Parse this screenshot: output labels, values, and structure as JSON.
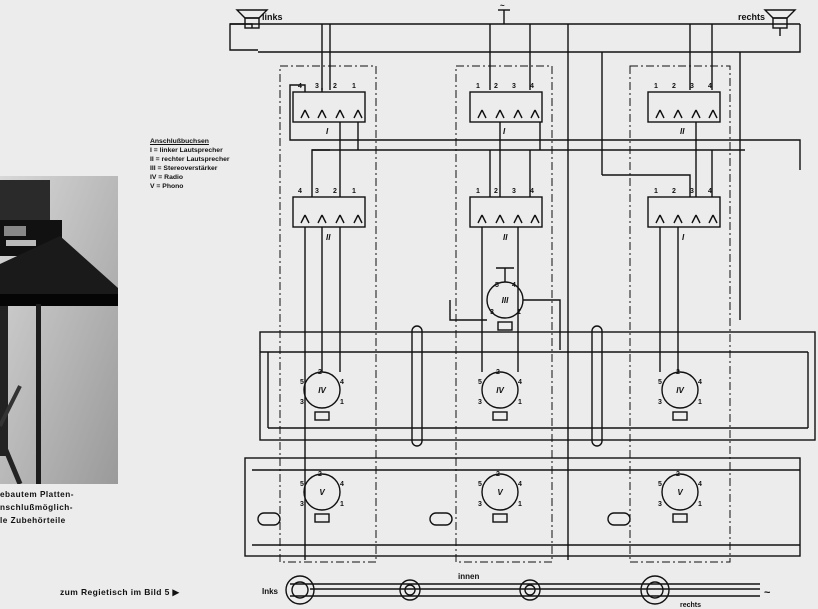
{
  "caption": {
    "line1": "ebautem Platten-",
    "line2": "nschlußmöglich-",
    "line3": "le  Zubehörteile"
  },
  "reference": {
    "text": "zum Regietisch im Bild 5"
  },
  "legend": {
    "title": "Anschlußbuchsen",
    "items": [
      "I = linker Lautsprecher",
      "II = rechter Lautsprecher",
      "III = Stereoverstärker",
      "IV = Radio",
      "V = Phono"
    ]
  },
  "diagram": {
    "speaker_left": "links",
    "speaker_right": "rechts",
    "top_marker": "~",
    "jack_pins": [
      "4",
      "3",
      "2",
      "1"
    ],
    "jack_pins_mirrored": [
      "1",
      "2",
      "3",
      "4"
    ],
    "jack_labels_row1": [
      "I",
      "I",
      "II"
    ],
    "jack_labels_row2": [
      "II",
      "II",
      "I"
    ],
    "socket_labels": [
      "III",
      "IV",
      "IV",
      "IV",
      "V",
      "V",
      "V"
    ],
    "socket_pins": [
      "1",
      "2",
      "3",
      "4",
      "5"
    ],
    "cable_inks": "Inks",
    "cable_innen": "innen",
    "cable_rechts": "rechts",
    "cable_tilde": "~"
  }
}
